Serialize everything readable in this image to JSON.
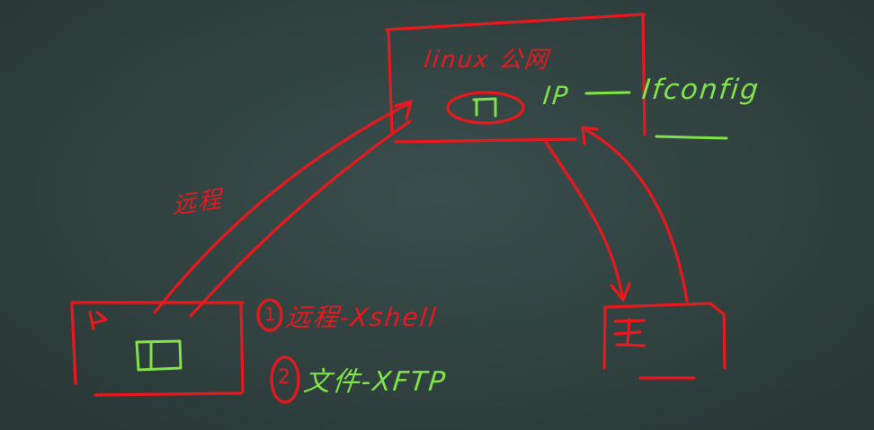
{
  "server": {
    "title": "linux 公网",
    "ip_label": "IP",
    "command": "Ifconfig"
  },
  "local": {
    "tag": "K",
    "actions": [
      {
        "num": "1",
        "text": "远程-Xshell"
      },
      {
        "num": "2",
        "text": "文件-XFTP"
      }
    ]
  },
  "connection_label": "远程",
  "colors": {
    "background": "#30413f",
    "red_ink": "#e8191e",
    "green_ink": "#7fe34a"
  }
}
